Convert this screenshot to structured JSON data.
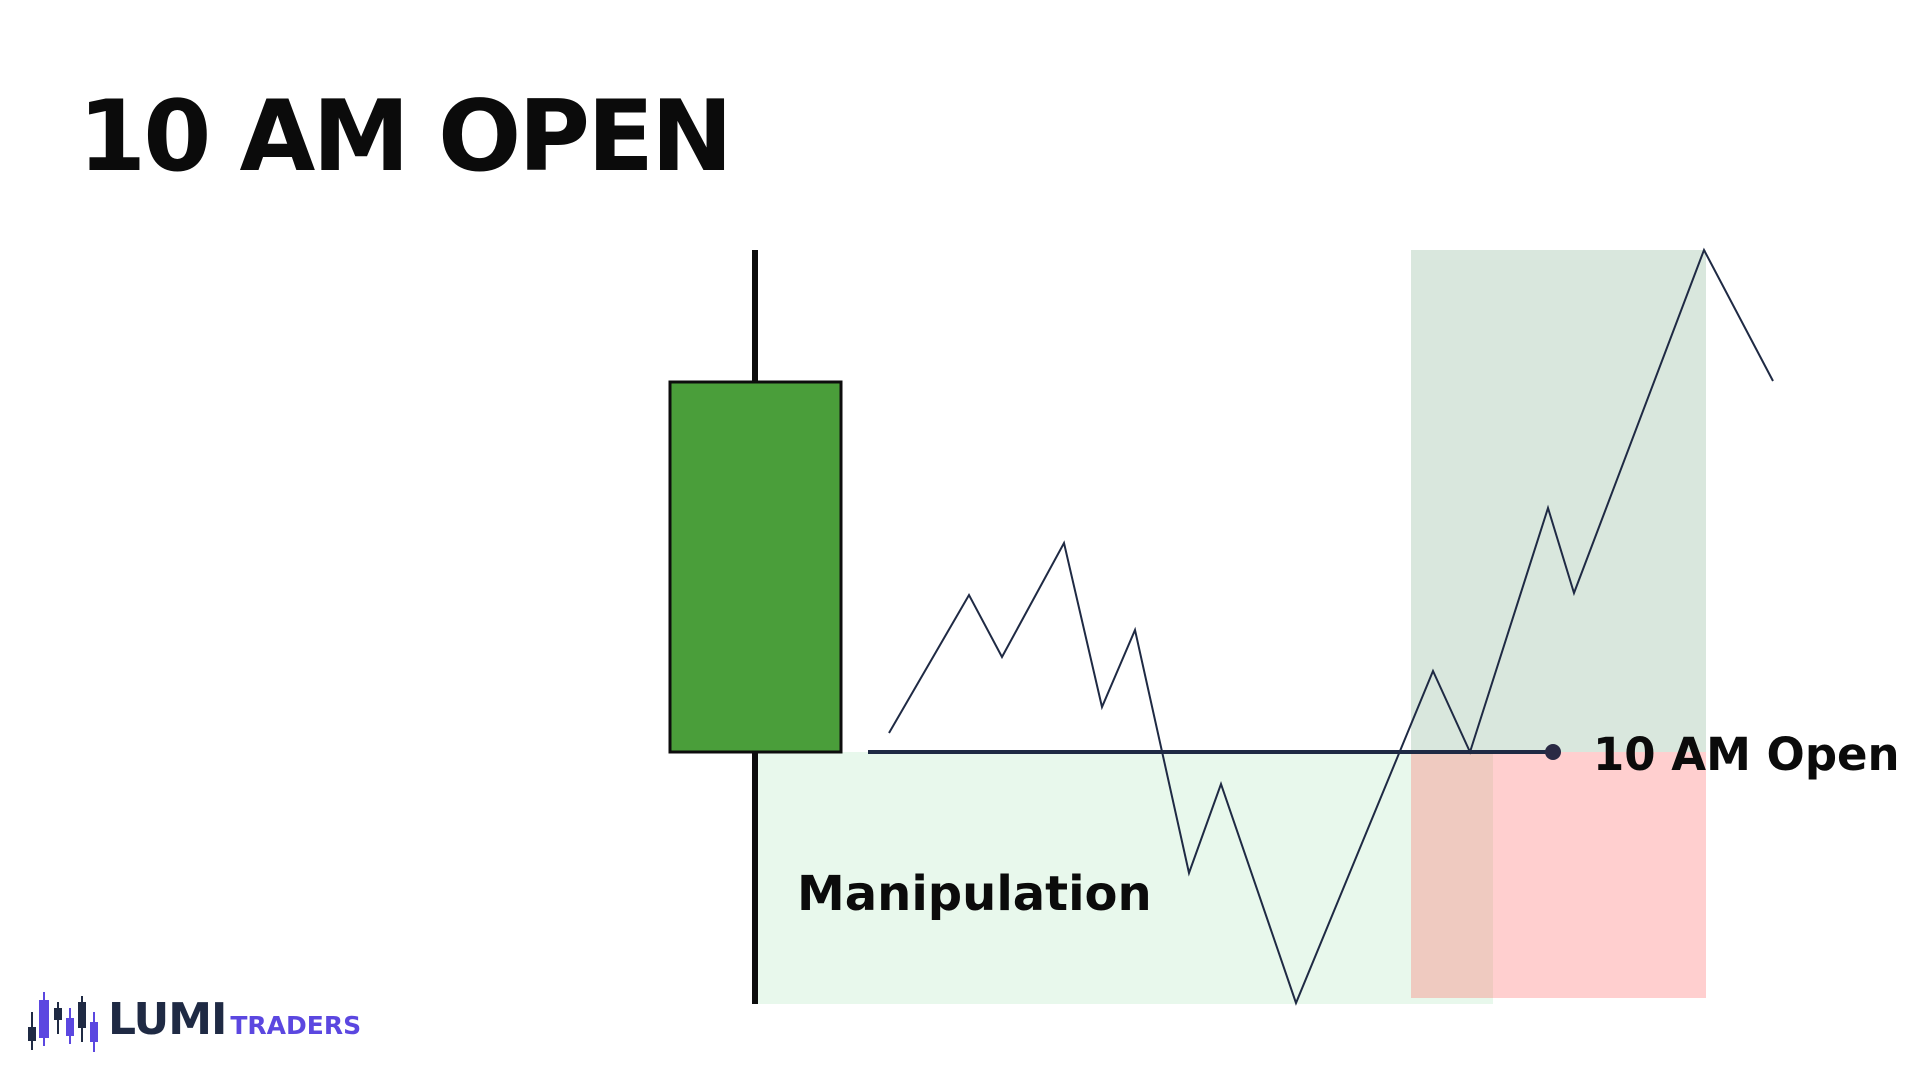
{
  "title": "10 AM OPEN",
  "labels": {
    "open_level": "10 AM Open",
    "manipulation": "Manipulation"
  },
  "logo": {
    "name_primary": "LUMI",
    "name_secondary": "TRADERS"
  },
  "colors": {
    "candle_body": "#4a9e3a",
    "candle_outline": "#0d0d0d",
    "price_line": "#1f2a44",
    "manipulation_zone": "#e8f8ec",
    "target_zone": "#d9e7dd",
    "stop_zone": "#ffcfcf",
    "overlap_zone": "#efcac0",
    "logo_dark": "#1f2a44",
    "logo_accent": "#5b47e0"
  },
  "icons": {
    "logo": "candlestick-logo-icon",
    "open_level_marker": "dot-marker-icon"
  }
}
